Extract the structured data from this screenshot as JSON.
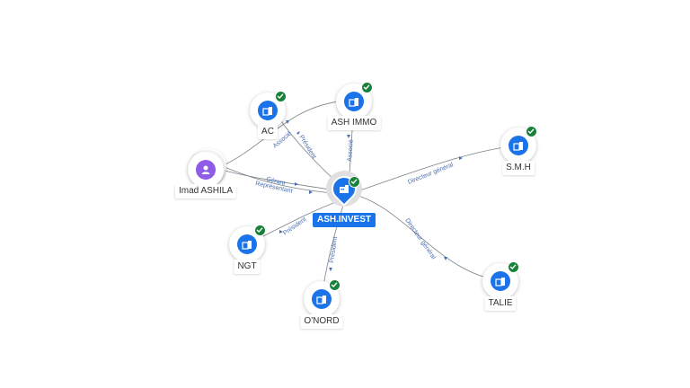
{
  "center": {
    "label": "ASH.INVEST",
    "icon": "building-icon",
    "status_icon": "check-icon"
  },
  "nodes": {
    "ac": {
      "label": "AC",
      "icon": "building-icon"
    },
    "ash_immo": {
      "label": "ASH IMMO",
      "icon": "building-icon"
    },
    "smh": {
      "label": "S.M.H",
      "icon": "building-icon"
    },
    "imad": {
      "label": "Imad ASHILA",
      "icon": "person-icon"
    },
    "ngt": {
      "label": "NGT",
      "icon": "building-icon"
    },
    "onord": {
      "label": "O'NORD",
      "icon": "building-icon"
    },
    "talie": {
      "label": "TALIE",
      "icon": "building-icon"
    }
  },
  "edges": {
    "ac_associe": "Associé",
    "ac_president": "Président",
    "ash_immo_associe": "Associé",
    "imad_gerant": "Gérant",
    "imad_representant": "Représentant",
    "smh_dg": "Directeur général",
    "ngt_president": "Président",
    "onord_president": "Président",
    "talie_dg": "Directeur général"
  },
  "colors": {
    "accent": "#1a73e8",
    "check": "#188038",
    "person": "#8e5ce6",
    "edge": "#6b7280",
    "edge_label": "#4a6fb0"
  }
}
